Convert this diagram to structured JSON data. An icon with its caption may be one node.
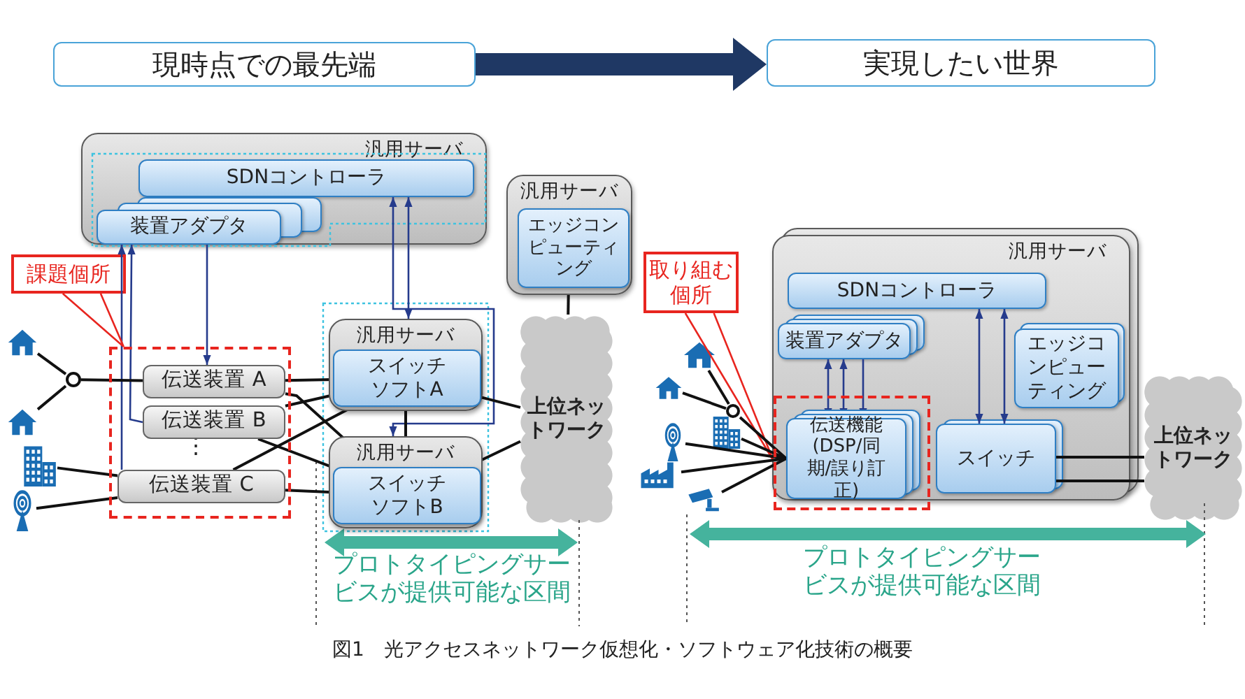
{
  "diagram": {
    "caption": "図1　光アクセスネットワーク仮想化・ソフトウェア化技術の概要",
    "nodes": [
      {
        "text": [
          "現時点での最先端"
        ]
      },
      {
        "text": [
          "実現したい世界"
        ]
      },
      {
        "text": [
          "汎用サーバ"
        ]
      },
      {
        "text": [
          "SDNコントローラ"
        ],
        "in": 2
      },
      {
        "text": [
          "装置アダプタ"
        ],
        "in": 2
      },
      {
        "text": [
          "汎用サーバ"
        ]
      },
      {
        "text": [
          "エッジコンピューティング"
        ],
        "in": 5
      },
      {
        "text": [
          "課題個所"
        ]
      },
      {
        "text": [],
        "shape": "box"
      },
      {
        "text": [
          "伝送装置 A"
        ],
        "in": 8
      },
      {
        "text": [
          "伝送装置 B"
        ],
        "in": 8
      },
      {
        "text": [
          "伝送装置 C"
        ],
        "in": 8
      },
      {
        "text": [
          "汎用サーバ"
        ]
      },
      {
        "text": [
          "スイッチソフトA"
        ],
        "in": 12
      },
      {
        "text": [
          "汎用サーバ"
        ]
      },
      {
        "text": [
          "スイッチソフトB"
        ],
        "in": 14
      },
      {
        "text": [
          "上位ネットワーク"
        ]
      },
      {
        "text": [],
        "shape": "house"
      },
      {
        "text": [],
        "shape": "house"
      },
      {
        "text": [],
        "shape": "building"
      },
      {
        "text": [],
        "shape": "antenna"
      },
      {
        "text": [],
        "shape": "circle"
      },
      {
        "text": [
          "取り組む個所"
        ]
      },
      {
        "text": [
          "汎用サーバ"
        ]
      },
      {
        "text": [
          "SDNコントローラ"
        ],
        "in": 23
      },
      {
        "text": [
          "装置アダプタ"
        ],
        "in": 23
      },
      {
        "text": [
          "エッジコンピューティング"
        ],
        "in": 23
      },
      {
        "text": [],
        "shape": "box"
      },
      {
        "text": [
          "伝送機能(DSP/同期/誤り訂正)"
        ],
        "in": 27
      },
      {
        "text": [
          "スイッチ"
        ],
        "in": 23
      },
      {
        "text": [
          "上位ネットワーク"
        ]
      },
      {
        "text": [],
        "shape": "house"
      },
      {
        "text": [],
        "shape": "house"
      },
      {
        "text": [],
        "shape": "antenna"
      },
      {
        "text": [],
        "shape": "building"
      },
      {
        "text": [],
        "shape": "factory"
      },
      {
        "text": [],
        "shape": "camera"
      },
      {
        "text": [],
        "shape": "circle"
      }
    ],
    "edges": [
      {
        "from": 0,
        "to": 1,
        "arrow": "to",
        "style": "thick",
        "color": "#1f3864"
      },
      {
        "from": 11,
        "to": 4,
        "arrow": "to",
        "color": "#253b8c"
      },
      {
        "from": 10,
        "to": 4,
        "arrow": "to",
        "color": "#253b8c"
      },
      {
        "from": 4,
        "to": 9,
        "arrow": "to",
        "color": "#253b8c"
      },
      {
        "from": 3,
        "to": 14,
        "arrow": "both",
        "color": "#253b8c"
      },
      {
        "from": 3,
        "to": 12,
        "arrow": "both",
        "color": "#253b8c"
      },
      {
        "from": 17,
        "to": 21,
        "arrow": "none"
      },
      {
        "from": 18,
        "to": 21,
        "arrow": "none"
      },
      {
        "from": 21,
        "to": 9,
        "arrow": "none"
      },
      {
        "from": 19,
        "to": 11,
        "arrow": "none"
      },
      {
        "from": 20,
        "to": 11,
        "arrow": "none"
      },
      {
        "from": 9,
        "to": 13,
        "arrow": "none"
      },
      {
        "from": 9,
        "to": 15,
        "arrow": "none"
      },
      {
        "from": 10,
        "to": 13,
        "arrow": "none"
      },
      {
        "from": 10,
        "to": 15,
        "arrow": "none"
      },
      {
        "from": 11,
        "to": 13,
        "arrow": "none"
      },
      {
        "from": 11,
        "to": 15,
        "arrow": "none"
      },
      {
        "from": 12,
        "to": 14,
        "arrow": "none"
      },
      {
        "from": 13,
        "to": 16,
        "arrow": "none"
      },
      {
        "from": 15,
        "to": 16,
        "arrow": "none"
      },
      {
        "from": 5,
        "to": 16,
        "arrow": "none"
      },
      {
        "from": 7,
        "to": 8,
        "arrow": "none",
        "color": "#e8251f"
      },
      {
        "from": 22,
        "to": 27,
        "arrow": "none",
        "color": "#e8251f"
      },
      {
        "from": 25,
        "to": 28,
        "arrow": "both",
        "color": "#253b8c"
      },
      {
        "from": 25,
        "to": 28,
        "arrow": "both",
        "color": "#253b8c"
      },
      {
        "from": 25,
        "to": 28,
        "arrow": "to",
        "color": "#253b8c"
      },
      {
        "from": 24,
        "to": 29,
        "arrow": "both",
        "color": "#253b8c"
      },
      {
        "from": 24,
        "to": 29,
        "arrow": "both",
        "color": "#253b8c"
      },
      {
        "from": 31,
        "to": 37,
        "arrow": "none"
      },
      {
        "from": 32,
        "to": 37,
        "arrow": "none"
      },
      {
        "from": 37,
        "to": 28,
        "arrow": "none"
      },
      {
        "from": 34,
        "to": 28,
        "arrow": "none"
      },
      {
        "from": 33,
        "to": 28,
        "arrow": "none"
      },
      {
        "from": 35,
        "to": 28,
        "arrow": "none"
      },
      {
        "from": 36,
        "to": 28,
        "arrow": "none"
      },
      {
        "from": 29,
        "to": 30,
        "arrow": "none"
      },
      {
        "from": 29,
        "to": 30,
        "arrow": "none"
      }
    ],
    "labels": [
      "⋮",
      "プロトタイピングサービスが提供可能な区間",
      "プロトタイピングサービスが提供可能な区間"
    ]
  }
}
